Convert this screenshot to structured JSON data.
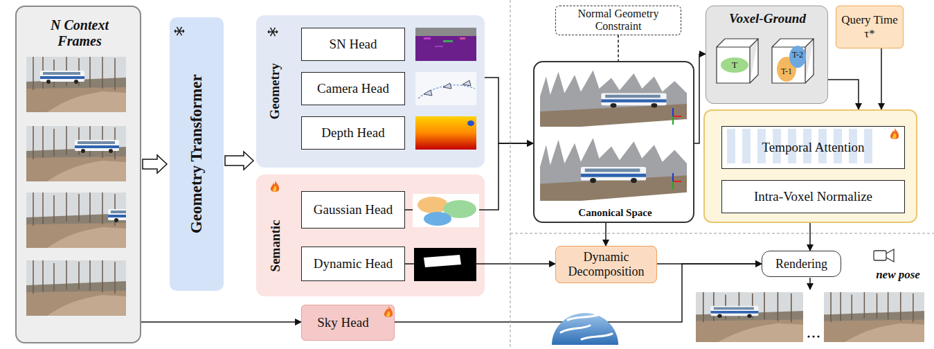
{
  "diagram": {
    "nodes": [
      {
        "text": [
          "N Context Frames"
        ]
      },
      {
        "text": [
          "Geometry Transformer"
        ]
      },
      {
        "text": [
          "Geometry"
        ]
      },
      {
        "text": [
          "SN Head"
        ],
        "in": 2
      },
      {
        "text": [
          "Camera Head"
        ],
        "in": 2
      },
      {
        "text": [
          "Depth Head"
        ],
        "in": 2
      },
      {
        "text": [
          "Semantic"
        ]
      },
      {
        "text": [
          "Gaussian Head"
        ],
        "in": 6
      },
      {
        "text": [
          "Dynamic Head"
        ],
        "in": 6
      },
      {
        "text": [
          "Sky Head"
        ]
      },
      {
        "text": [
          "Normal Geometry Constraint"
        ]
      },
      {
        "text": [
          "Canonical Space"
        ]
      },
      {
        "text": [
          "Voxel-Ground"
        ]
      },
      {
        "text": [
          "Query Time τ*"
        ]
      },
      {
        "text": []
      },
      {
        "text": [
          "Temporal Attention"
        ],
        "in": 14
      },
      {
        "text": [
          "Intra-Voxel Normalize"
        ],
        "in": 14
      },
      {
        "text": [
          "Dynamic Decomposition"
        ]
      },
      {
        "text": [
          "Rendering"
        ]
      }
    ],
    "edges": [
      {
        "from": 0,
        "to": 1,
        "arrow": "to"
      },
      {
        "from": 1,
        "to": 2,
        "arrow": "to"
      },
      {
        "from": 2,
        "to": 11,
        "arrow": "to"
      },
      {
        "from": 7,
        "to": 11,
        "arrow": "to"
      },
      {
        "from": 10,
        "to": 11,
        "arrow": "none"
      },
      {
        "from": 11,
        "to": 12,
        "arrow": "to"
      },
      {
        "from": 12,
        "to": 14,
        "arrow": "to"
      },
      {
        "from": 13,
        "to": 14,
        "arrow": "to"
      },
      {
        "from": 11,
        "to": 17,
        "arrow": "to"
      },
      {
        "from": 8,
        "to": 17,
        "arrow": "to"
      },
      {
        "from": 17,
        "to": 18,
        "arrow": "to"
      },
      {
        "from": 14,
        "to": 18,
        "arrow": "to"
      },
      {
        "from": 0,
        "to": 9,
        "arrow": "to"
      },
      {
        "from": 9,
        "to": 18,
        "arrow": "to"
      }
    ],
    "labels": [
      "T",
      "T-1",
      "T-2",
      "new pose"
    ]
  }
}
